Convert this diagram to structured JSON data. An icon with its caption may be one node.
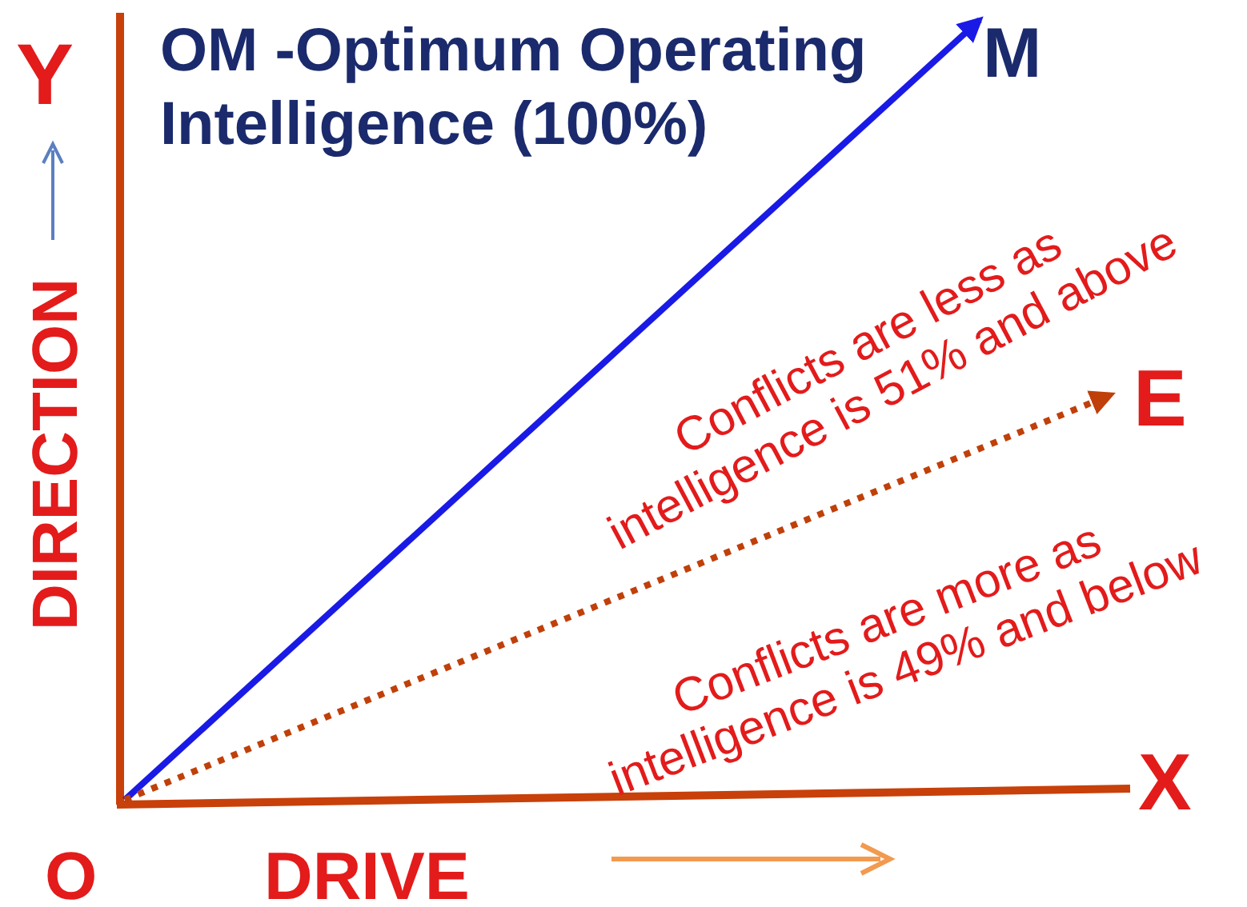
{
  "diagram": {
    "title": "OM -Optimum Operating Intelligence (100%)",
    "nodes": [
      {
        "text": [
          "M"
        ]
      },
      {
        "text": [
          "E"
        ]
      }
    ],
    "edges": [
      {
        "from": null,
        "to": 0,
        "arrow": "to",
        "color": "#1a1ae6"
      },
      {
        "from": null,
        "to": 1,
        "arrow": "to",
        "style": "dashed",
        "color": "#c0400a"
      }
    ],
    "labels": [
      "Y",
      "DIRECTION",
      "Conflicts are less as intelligence is 51% and above",
      "Conflicts are more as intelligence is 49% and below",
      "X",
      "O",
      "DRIVE"
    ]
  }
}
